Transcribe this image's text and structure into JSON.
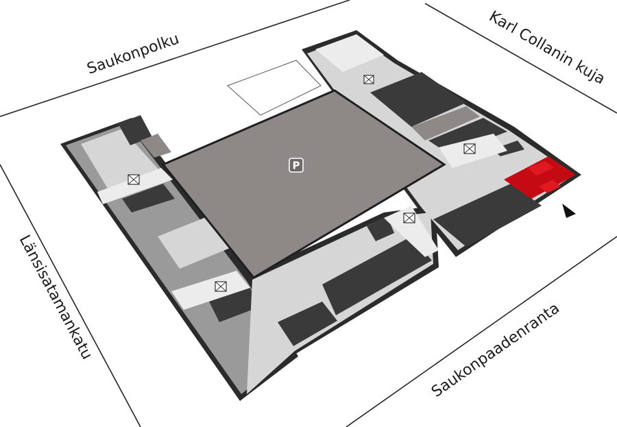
{
  "streets": {
    "north": "Saukonpolku",
    "northeast": "Karl Collanin kuja",
    "west": "Länsisatamankatu",
    "south": "Saukonpaadenranta"
  },
  "parking": {
    "label": "P"
  },
  "colors": {
    "wall": "#2b2b2b",
    "courtyard": "#8e8886",
    "dark_room": "#3a3a3a",
    "mid_room": "#9a9a9a",
    "light_room": "#d6d6d6",
    "corridor": "#ececec",
    "highlight": "#c40a12",
    "entrance_arrow": "#111111",
    "street_line": "#222222"
  },
  "icons": [
    "parking-icon",
    "stairwell-icon",
    "elevator-icon",
    "entrance-arrow-icon"
  ]
}
